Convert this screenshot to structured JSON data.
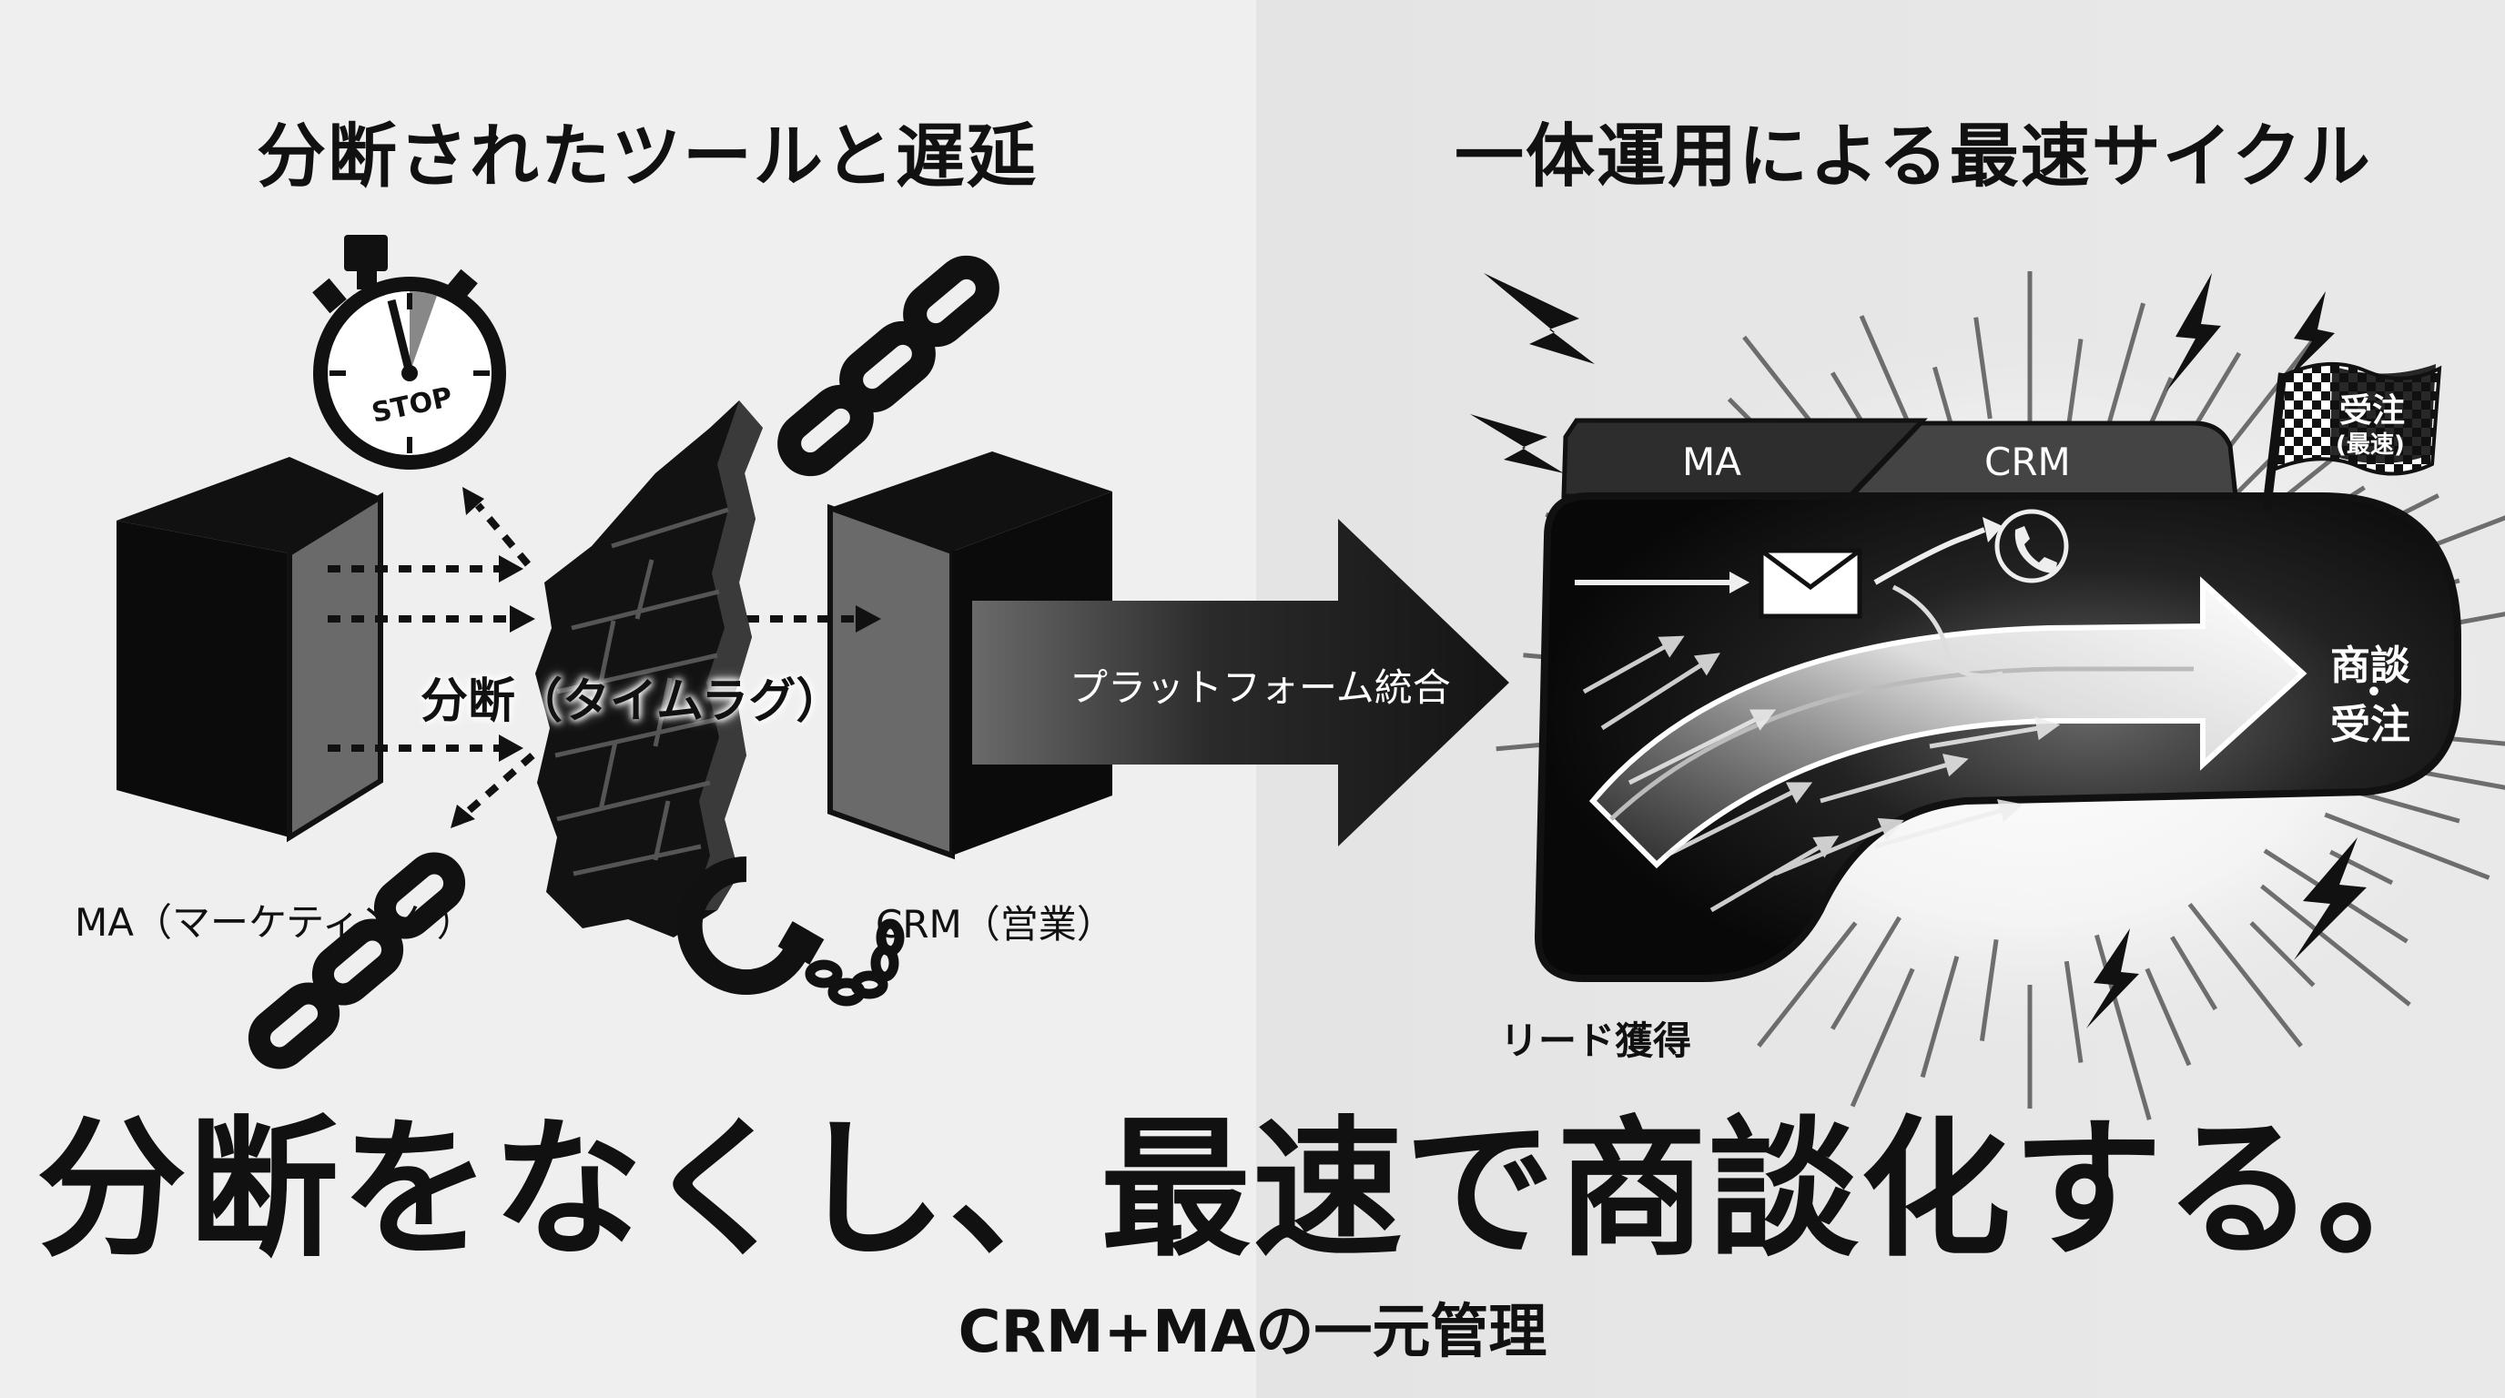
{
  "left_panel": {
    "title": "分断されたツールと遅延",
    "stopwatch_label": "STOP",
    "gap_label": "分断（タイムラグ）",
    "ma_label": "MA（マーケティング）",
    "crm_label": "CRM（営業）"
  },
  "center": {
    "arrow_label": "プラットフォーム統合"
  },
  "right_panel": {
    "title": "一体運用による最速サイクル",
    "tab_ma": "MA",
    "tab_crm": "CRM",
    "flag_label_1": "受注",
    "flag_label_2": "(最速)",
    "goal_label_1": "商談",
    "goal_label_2": "・",
    "goal_label_3": "受注",
    "start_label": "リード獲得"
  },
  "headline": "分断をなくし、最速で商談化する。",
  "subline": "CRM+MAの一元管理",
  "colors": {
    "background_left": "#efefef",
    "background_right": "#e6e6e6",
    "ink": "#111111",
    "box_side": "#6a6a6a"
  }
}
